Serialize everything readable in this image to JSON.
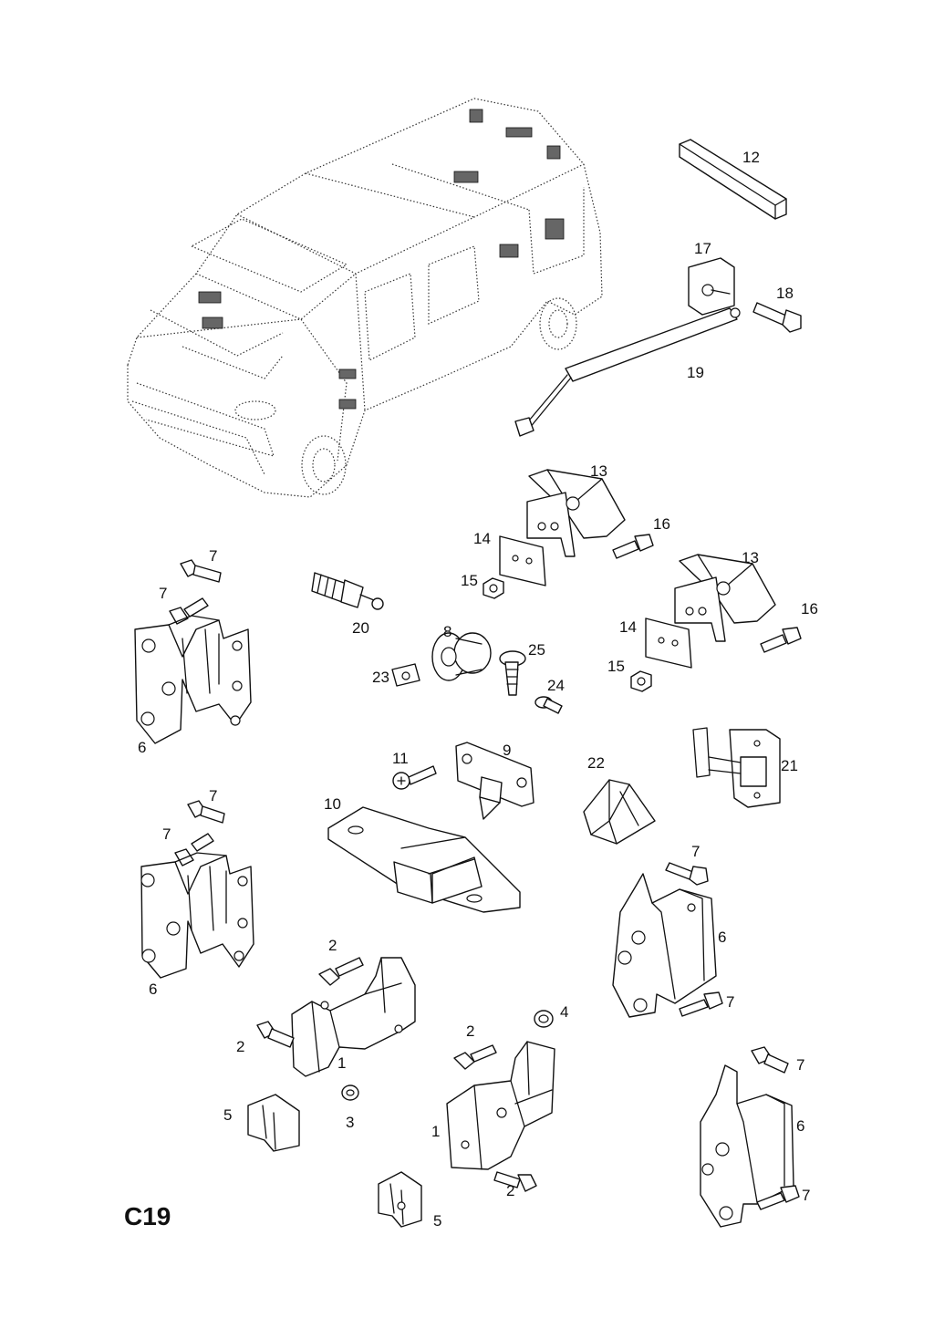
{
  "page_code": "C19",
  "callouts": [
    {
      "id": "12",
      "label": "12"
    },
    {
      "id": "17",
      "label": "17"
    },
    {
      "id": "18",
      "label": "18"
    },
    {
      "id": "19",
      "label": "19"
    },
    {
      "id": "13a",
      "label": "13"
    },
    {
      "id": "16a",
      "label": "16"
    },
    {
      "id": "14a",
      "label": "14"
    },
    {
      "id": "15a",
      "label": "15"
    },
    {
      "id": "13b",
      "label": "13"
    },
    {
      "id": "16b",
      "label": "16"
    },
    {
      "id": "14b",
      "label": "14"
    },
    {
      "id": "15b",
      "label": "15"
    },
    {
      "id": "7a",
      "label": "7"
    },
    {
      "id": "7b",
      "label": "7"
    },
    {
      "id": "6a",
      "label": "6"
    },
    {
      "id": "20",
      "label": "20"
    },
    {
      "id": "8",
      "label": "8"
    },
    {
      "id": "25",
      "label": "25"
    },
    {
      "id": "23",
      "label": "23"
    },
    {
      "id": "24",
      "label": "24"
    },
    {
      "id": "11",
      "label": "11"
    },
    {
      "id": "9",
      "label": "9"
    },
    {
      "id": "22",
      "label": "22"
    },
    {
      "id": "21",
      "label": "21"
    },
    {
      "id": "10",
      "label": "10"
    },
    {
      "id": "7c",
      "label": "7"
    },
    {
      "id": "7d",
      "label": "7"
    },
    {
      "id": "6b",
      "label": "6"
    },
    {
      "id": "7e",
      "label": "7"
    },
    {
      "id": "6c",
      "label": "6"
    },
    {
      "id": "7f",
      "label": "7"
    },
    {
      "id": "2a",
      "label": "2"
    },
    {
      "id": "2b",
      "label": "2"
    },
    {
      "id": "1a",
      "label": "1"
    },
    {
      "id": "3",
      "label": "3"
    },
    {
      "id": "5a",
      "label": "5"
    },
    {
      "id": "4",
      "label": "4"
    },
    {
      "id": "2c",
      "label": "2"
    },
    {
      "id": "1b",
      "label": "1"
    },
    {
      "id": "2d",
      "label": "2"
    },
    {
      "id": "5b",
      "label": "5"
    },
    {
      "id": "7g",
      "label": "7"
    },
    {
      "id": "6d",
      "label": "6"
    },
    {
      "id": "7h",
      "label": "7"
    }
  ]
}
